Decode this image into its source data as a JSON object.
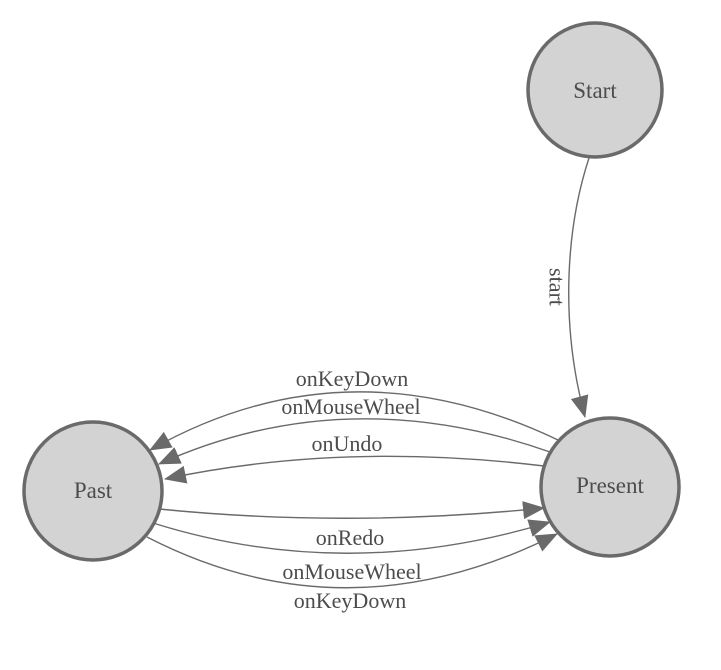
{
  "diagram": {
    "type": "state-machine-diagram",
    "background_color": "#ffffff",
    "nodes": [
      {
        "id": "start",
        "label": "Start"
      },
      {
        "id": "present",
        "label": "Present"
      },
      {
        "id": "past",
        "label": "Past"
      }
    ],
    "edges": [
      {
        "from": "Start",
        "to": "Present",
        "label": "start",
        "label_orientation": "rotated-90"
      },
      {
        "from": "Present",
        "to": "Past",
        "label": "onKeyDown",
        "label_orientation": "horizontal"
      },
      {
        "from": "Present",
        "to": "Past",
        "label": "onMouseWheel",
        "label_orientation": "horizontal"
      },
      {
        "from": "Present",
        "to": "Past",
        "label": "onUndo",
        "label_orientation": "horizontal"
      },
      {
        "from": "Past",
        "to": "Present",
        "label": "onRedo",
        "label_orientation": "horizontal"
      },
      {
        "from": "Past",
        "to": "Present",
        "label": "onMouseWheel",
        "label_orientation": "horizontal"
      },
      {
        "from": "Past",
        "to": "Present",
        "label": "onKeyDown",
        "label_orientation": "horizontal"
      }
    ],
    "icons": {
      "arrowhead": "filled-triangle"
    },
    "colors": {
      "node_fill": "#d3d3d3",
      "node_stroke": "#6a6a6a",
      "edge_stroke": "#6a6a6a",
      "arrowhead_fill": "#6a6a6a",
      "label_text": "#4c4c4c"
    }
  }
}
